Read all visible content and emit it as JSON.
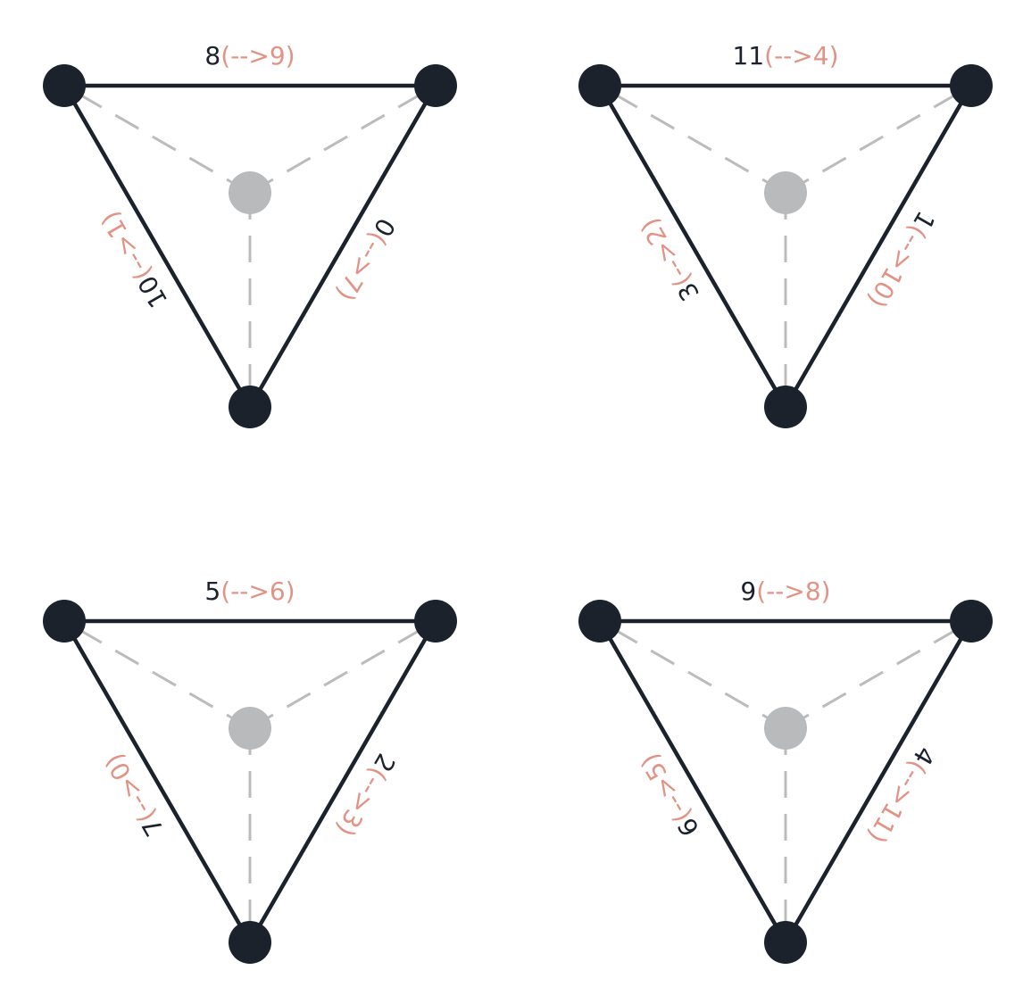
{
  "colors": {
    "edge": "#1b222c",
    "node": "#1b222c",
    "center_node": "#b9babc",
    "spoke": "#bcbcbc",
    "label_number": "#1b222c",
    "label_mapping": "#e39385"
  },
  "triangles": [
    {
      "top": {
        "number": "8",
        "mapping": "(-->9)"
      },
      "left": {
        "number": "10",
        "mapping": "(-->1)"
      },
      "right": {
        "number": "0",
        "mapping": "(-->7)"
      }
    },
    {
      "top": {
        "number": "11",
        "mapping": "(-->4)"
      },
      "left": {
        "number": "3",
        "mapping": "(-->2)"
      },
      "right": {
        "number": "1",
        "mapping": "(-->10)"
      }
    },
    {
      "top": {
        "number": "5",
        "mapping": "(-->6)"
      },
      "left": {
        "number": "7",
        "mapping": "(-->0)"
      },
      "right": {
        "number": "2",
        "mapping": "(-->3)"
      }
    },
    {
      "top": {
        "number": "9",
        "mapping": "(-->8)"
      },
      "left": {
        "number": "6",
        "mapping": "(-->5)"
      },
      "right": {
        "number": "4",
        "mapping": "(-->11)"
      }
    }
  ]
}
